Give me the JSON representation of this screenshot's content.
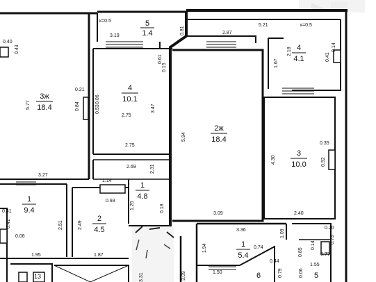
{
  "rooms": [
    {
      "id": "3zh",
      "num": "3ж",
      "area": "18.4"
    },
    {
      "id": "5-top",
      "num": "5",
      "area": "1.4"
    },
    {
      "id": "4-left",
      "num": "4",
      "area": "10.1"
    },
    {
      "id": "2zh",
      "num": "2ж",
      "area": "18.4"
    },
    {
      "id": "4-right",
      "num": "4",
      "area": "4.1"
    },
    {
      "id": "3-right",
      "num": "3",
      "area": "10.0"
    },
    {
      "id": "1-small",
      "num": "1",
      "area": "4.8"
    },
    {
      "id": "1-left",
      "num": "1",
      "area": "9.4"
    },
    {
      "id": "2-left",
      "num": "2",
      "area": "4.5"
    },
    {
      "id": "1-bottom",
      "num": "1",
      "area": "5.4"
    },
    {
      "id": "6-bottom",
      "num": "6",
      "area": ""
    },
    {
      "id": "5-bottom",
      "num": "5",
      "area": ""
    }
  ],
  "dimensions": {
    "d040": "0.40",
    "d043": "0.43",
    "d577": "5.77",
    "d327": "3.27",
    "d021": "0.21",
    "d084": "0.84",
    "d006a": "0.06",
    "d053": "0.53",
    "k05a": "к=0.5",
    "d319": "3.19",
    "d081": "0.81",
    "d061": "0.61",
    "d015": "0.15",
    "d347": "3.47",
    "d275a": "2.75",
    "d275b": "2.75",
    "d287": "2.87",
    "d521": "5.21",
    "k05b": "к=0.5",
    "d594": "5.94",
    "d218": "2.18",
    "d167": "1.67",
    "d041a": "0.41",
    "d014": "0.14",
    "d430": "4.30",
    "d035": "0.35",
    "d092": "0.92",
    "d309": "3.09",
    "d240": "2.40",
    "d269": "2.69",
    "d231": "2.31",
    "d114": "1.14",
    "d093": "0.93",
    "d125": "1.25",
    "d018": "0.18",
    "d041b": "0.41",
    "d041c": "0.41",
    "d006b": "0.06",
    "d251": "2.51",
    "d195": "1.95",
    "d249": "2.49",
    "d187": "1.87",
    "d336": "3.36",
    "d109": "1.09",
    "d194": "1.94",
    "d074": "0.74",
    "d014b": "0.14",
    "d150": "1.50",
    "d044": "0.44",
    "d079": "0.79",
    "d006c": "0.06",
    "d155": "1.55",
    "d085": "0.85",
    "d077": "0.77",
    "d020": "0.20",
    "d073": "0.73",
    "d331": "3.31",
    "d309b": "3.09",
    "n1": "1",
    "n3": "3"
  }
}
